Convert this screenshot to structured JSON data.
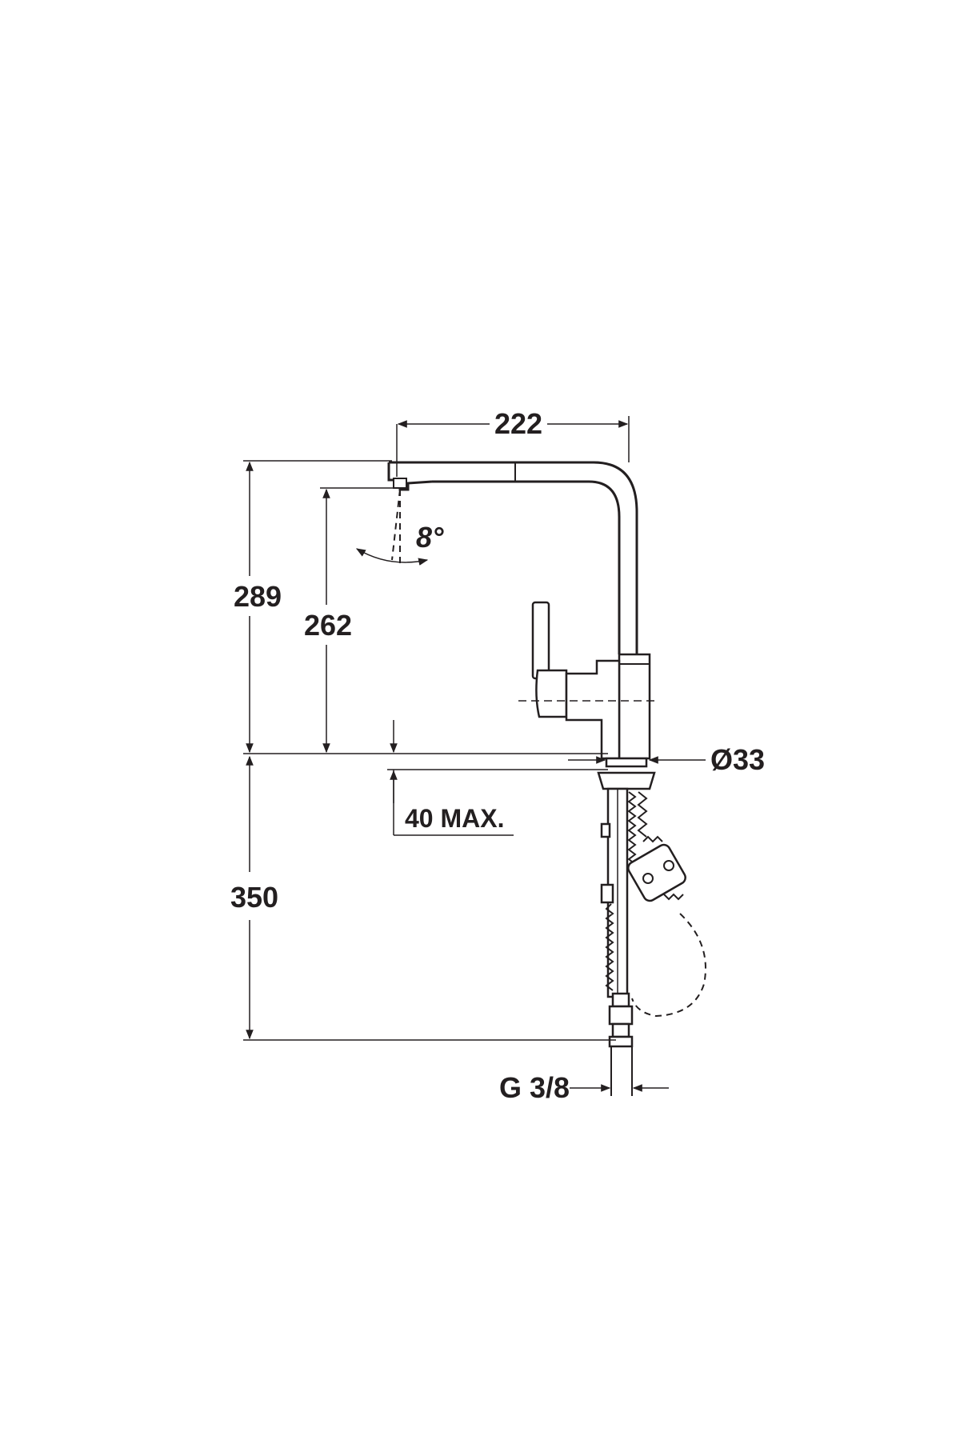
{
  "dimensions": {
    "reach": "222",
    "total_height": "289",
    "spout_height": "262",
    "below_deck_length": "350",
    "deck_thickness": "40 MAX.",
    "hole_diameter": "Ø33",
    "connection_thread": "G 3/8",
    "swivel_angle": "8°"
  },
  "colors": {
    "line": "#231f20",
    "background": "#ffffff"
  }
}
